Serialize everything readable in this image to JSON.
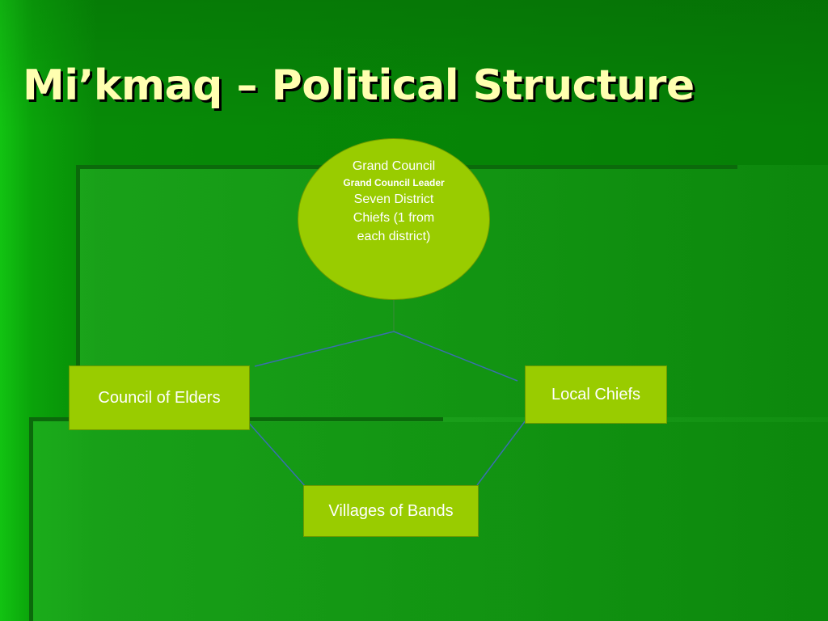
{
  "slide": {
    "title": "Mi’kmaq – Political Structure",
    "colors": {
      "background": "#078a07",
      "title_text": "#ffffb0",
      "node_fill": "#99cc00",
      "node_text": "#ffffff",
      "connector": "#3a6fb0"
    }
  },
  "diagram": {
    "top_node": {
      "line1": "Grand Council",
      "line2": "Grand Council Leader",
      "line3": "Seven District",
      "line4": "Chiefs (1 from",
      "line5": "each district)"
    },
    "left_node": {
      "label": "Council of Elders"
    },
    "right_node": {
      "label": "Local Chiefs"
    },
    "bottom_node": {
      "label": "Villages of Bands"
    }
  }
}
